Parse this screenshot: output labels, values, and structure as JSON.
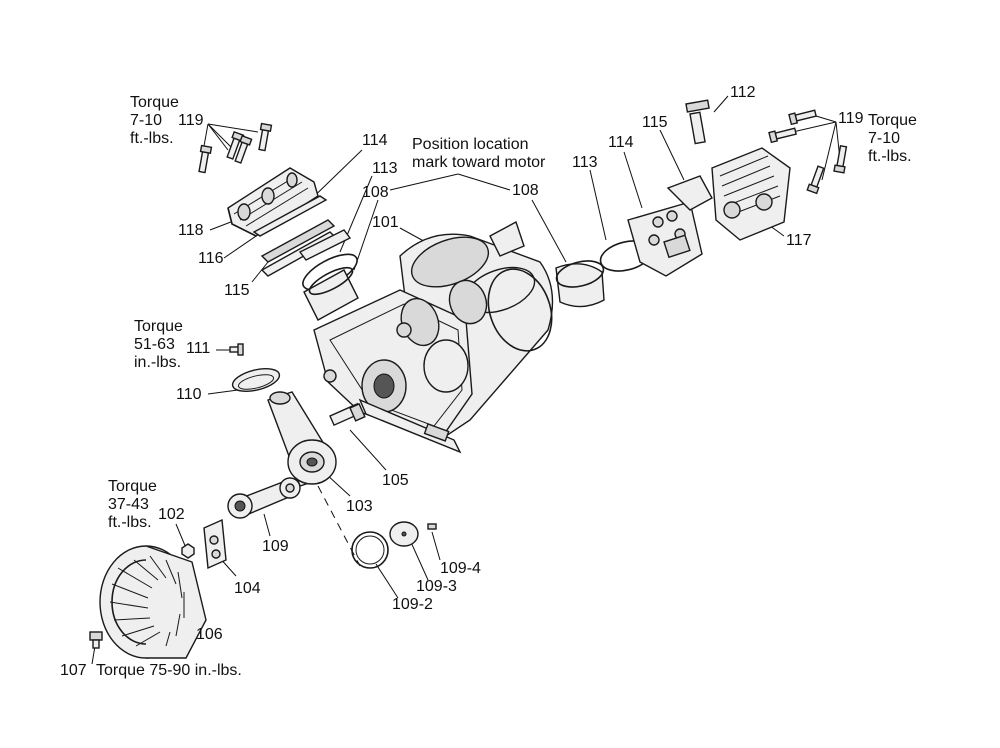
{
  "notes": {
    "torque_119_left": [
      "Torque",
      "7-10",
      "ft.-lbs."
    ],
    "torque_119_right": [
      "Torque",
      "7-10",
      "ft.-lbs."
    ],
    "torque_111": [
      "Torque",
      "51-63",
      "in.-lbs."
    ],
    "torque_102": [
      "Torque",
      "37-43",
      "ft.-lbs."
    ],
    "position": [
      "Position location",
      "mark toward motor"
    ],
    "torque_107": "Torque 75-90 in.-lbs."
  },
  "parts": {
    "p119a": "119",
    "p119b": "119",
    "p118": "118",
    "p116": "116",
    "p115a": "115",
    "p114a": "114",
    "p113a": "113",
    "p108a": "108",
    "p101": "101",
    "p108b": "108",
    "p113b": "113",
    "p114b": "114",
    "p115b": "115",
    "p112": "112",
    "p117": "117",
    "p111": "111",
    "p110": "110",
    "p105": "105",
    "p103": "103",
    "p102": "102",
    "p109": "109",
    "p104": "104",
    "p106": "106",
    "p109_4": "109-4",
    "p109_3": "109-3",
    "p109_2": "109-2",
    "p107": "107"
  }
}
